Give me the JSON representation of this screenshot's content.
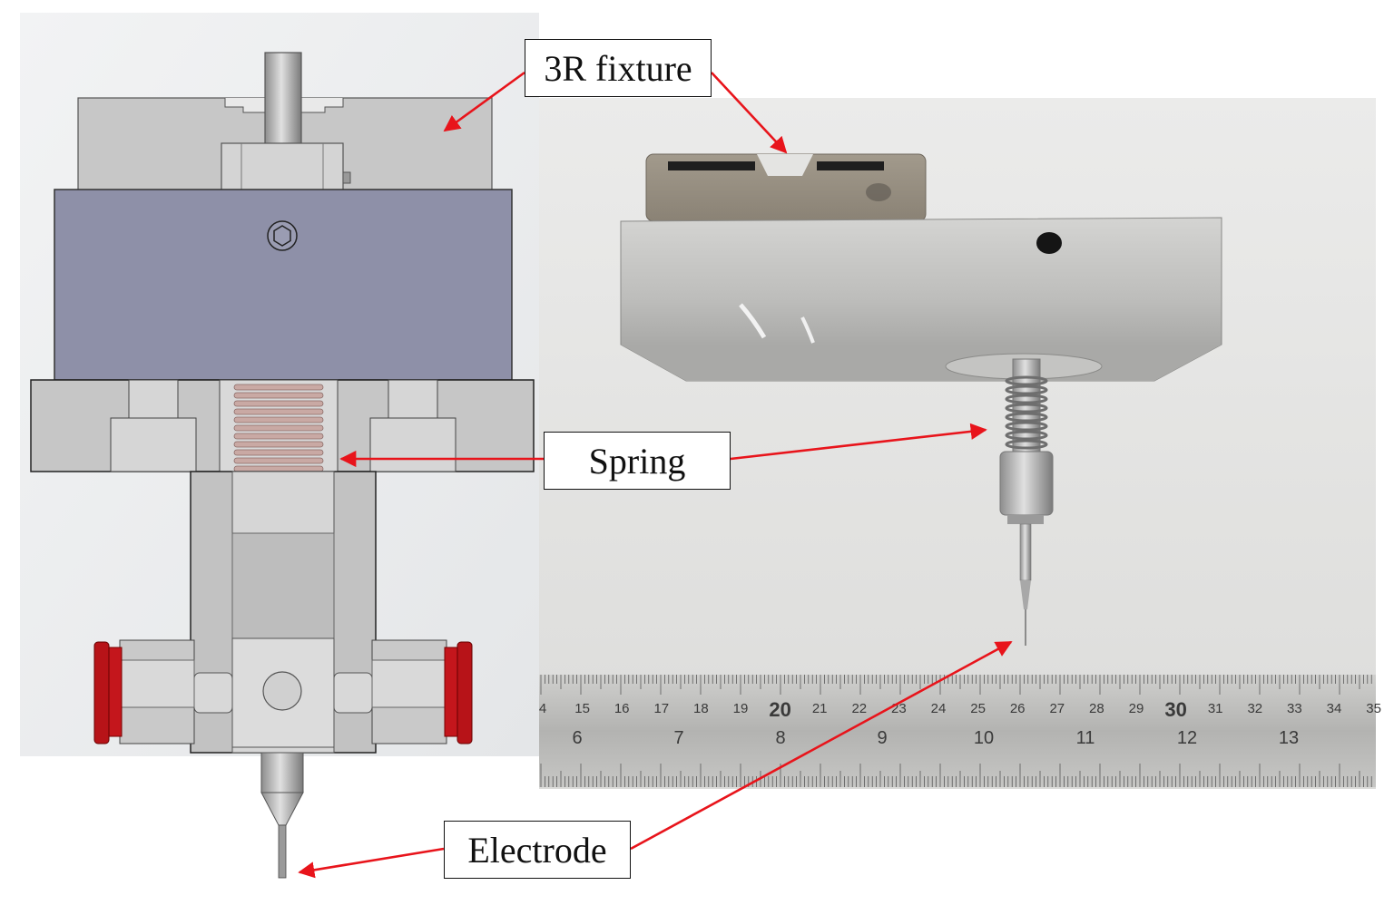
{
  "labels": {
    "fixture": "3R fixture",
    "spring": "Spring",
    "electrode": "Electrode"
  },
  "ruler": {
    "top_numbers": [
      "4",
      "15",
      "16",
      "17",
      "18",
      "19",
      "20",
      "21",
      "22",
      "23",
      "24",
      "25",
      "26",
      "27",
      "28",
      "29",
      "30",
      "31",
      "32",
      "33",
      "34",
      "35"
    ],
    "bottom_numbers": [
      "6",
      "7",
      "8",
      "9",
      "10",
      "11",
      "12",
      "13"
    ]
  },
  "colors": {
    "arrow": "#e8141b",
    "cad_plate": "#8e90a8",
    "cad_gray": "#c9c9c9",
    "fitting_red": "#c4161c",
    "photo_bg": "#e4e4e2",
    "metal": "#b8b8b6"
  }
}
